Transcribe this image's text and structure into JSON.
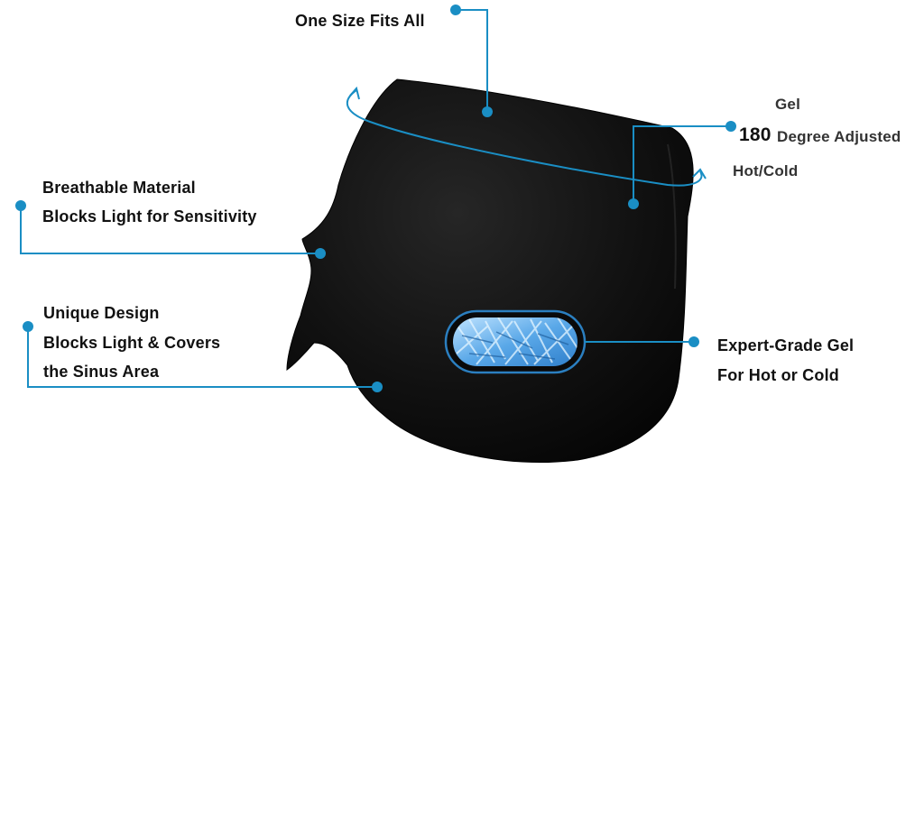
{
  "accent_color": "#1a8ec4",
  "product_color": "#0b0b0b",
  "gel_color": "#5aa8e8",
  "labels": {
    "one_size": "One Size Fits All",
    "gel_top": "Gel",
    "degree_number": "180",
    "degree_text": "Degree Adjusted",
    "hot_cold": "Hot/Cold",
    "breathable_1": "Breathable Material",
    "breathable_2": "Blocks Light for Sensitivity",
    "unique_1": "Unique Design",
    "unique_2": "Blocks Light & Covers",
    "unique_3": "the Sinus Area",
    "expert_1": "Expert-Grade Gel",
    "expert_2": "For Hot or Cold"
  },
  "icons": [
    "callout-dot-icon",
    "rotation-arrow-icon"
  ]
}
